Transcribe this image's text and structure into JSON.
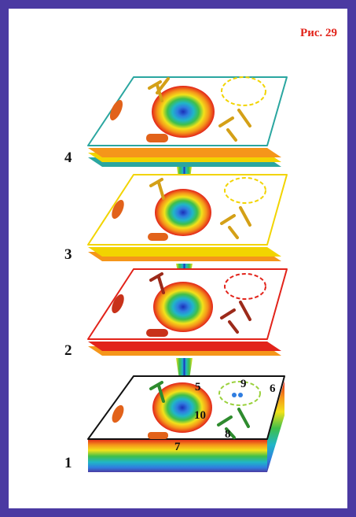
{
  "figure": {
    "title": "Рис. 29"
  },
  "layers": [
    {
      "label": "4"
    },
    {
      "label": "3"
    },
    {
      "label": "2"
    },
    {
      "label": "1"
    }
  ],
  "callouts": [
    "5",
    "6",
    "7",
    "8",
    "9",
    "10"
  ],
  "colors": {
    "frame": "#4b3aa2",
    "title": "#e2231a",
    "layer4_edge": "#2aa6a0",
    "layer3_edge": "#f2d400",
    "layer2_edge": "#e2231a",
    "layer1_edge": "#111111"
  }
}
